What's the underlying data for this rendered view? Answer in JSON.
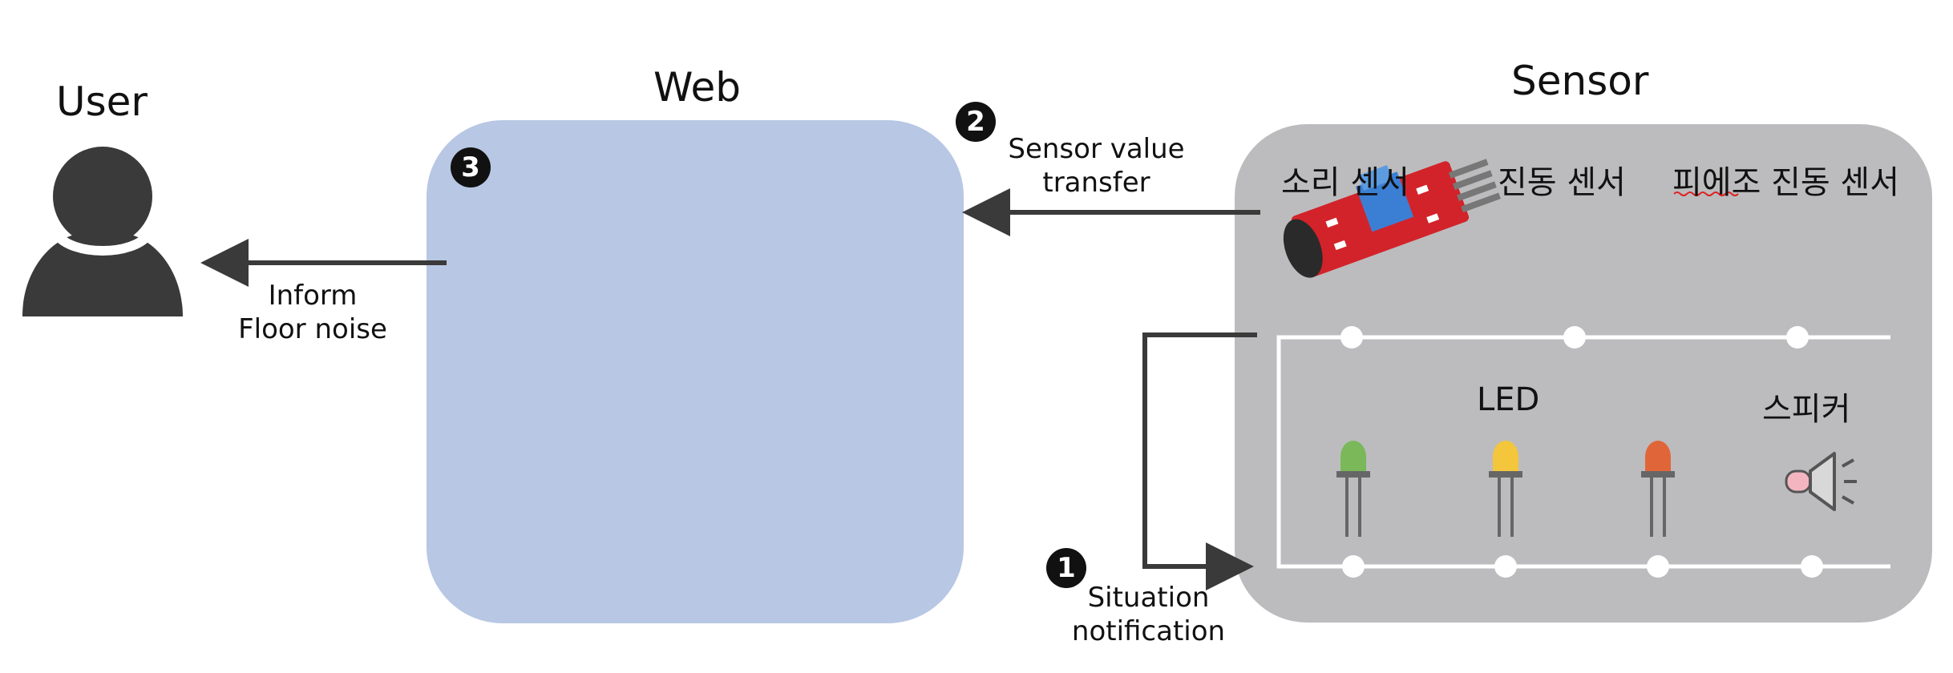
{
  "titles": {
    "user": "User",
    "web": "Web",
    "sensor": "Sensor"
  },
  "sensors": {
    "sound": "소리 센서",
    "vibration": "진동 센서",
    "piezo": "피에조 진동 센서"
  },
  "outputs": {
    "led": "LED",
    "speaker": "스피커"
  },
  "arrows": {
    "sensor_transfer": "Sensor value\ntransfer",
    "inform": "Inform\nFloor noise",
    "situation": "Situation\nnotification"
  },
  "steps": [
    "1",
    "2",
    "3"
  ],
  "colors": {
    "web_box": "#b7c7e4",
    "sensor_box": "#bcbcbe",
    "user_icon": "#3a3a3a",
    "arrow": "#3a3a3a",
    "led_green": "#7ab85a",
    "led_yellow": "#f3c63b",
    "led_orange": "#e0663a",
    "sensor_board": "#d2232a"
  }
}
